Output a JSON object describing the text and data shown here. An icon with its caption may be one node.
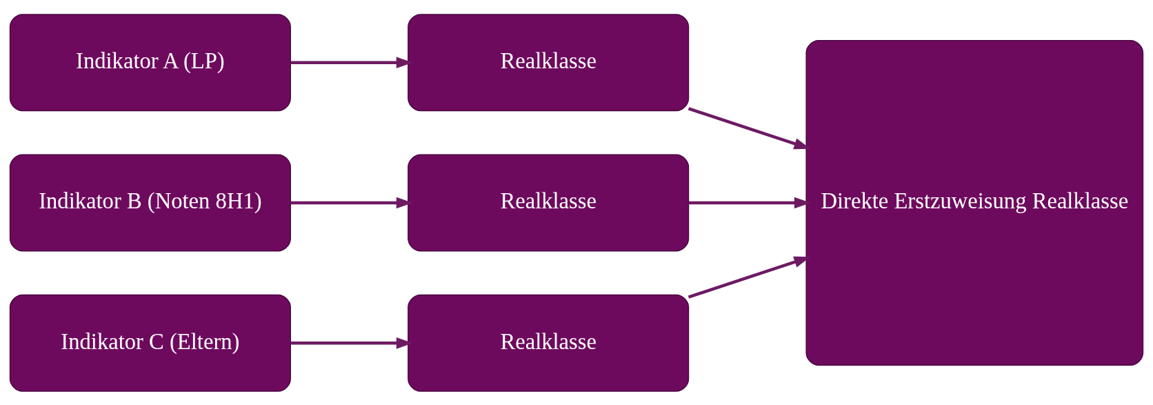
{
  "diagram": {
    "nodes": [
      {
        "text": [
          "Indikator A (LP)"
        ]
      },
      {
        "text": [
          "Realklasse"
        ]
      },
      {
        "text": [
          "Indikator B (Noten 8H1)"
        ]
      },
      {
        "text": [
          "Realklasse"
        ]
      },
      {
        "text": [
          "Indikator C (Eltern)"
        ]
      },
      {
        "text": [
          "Realklasse"
        ]
      },
      {
        "text": [
          "Direkte Erstzuweisung Realklasse"
        ]
      }
    ],
    "edges": [
      {
        "from": 0,
        "to": 1,
        "arrow": "to"
      },
      {
        "from": 2,
        "to": 3,
        "arrow": "to"
      },
      {
        "from": 4,
        "to": 5,
        "arrow": "to"
      },
      {
        "from": 1,
        "to": 6,
        "arrow": "to"
      },
      {
        "from": 3,
        "to": 6,
        "arrow": "to"
      },
      {
        "from": 5,
        "to": 6,
        "arrow": "to"
      }
    ]
  }
}
